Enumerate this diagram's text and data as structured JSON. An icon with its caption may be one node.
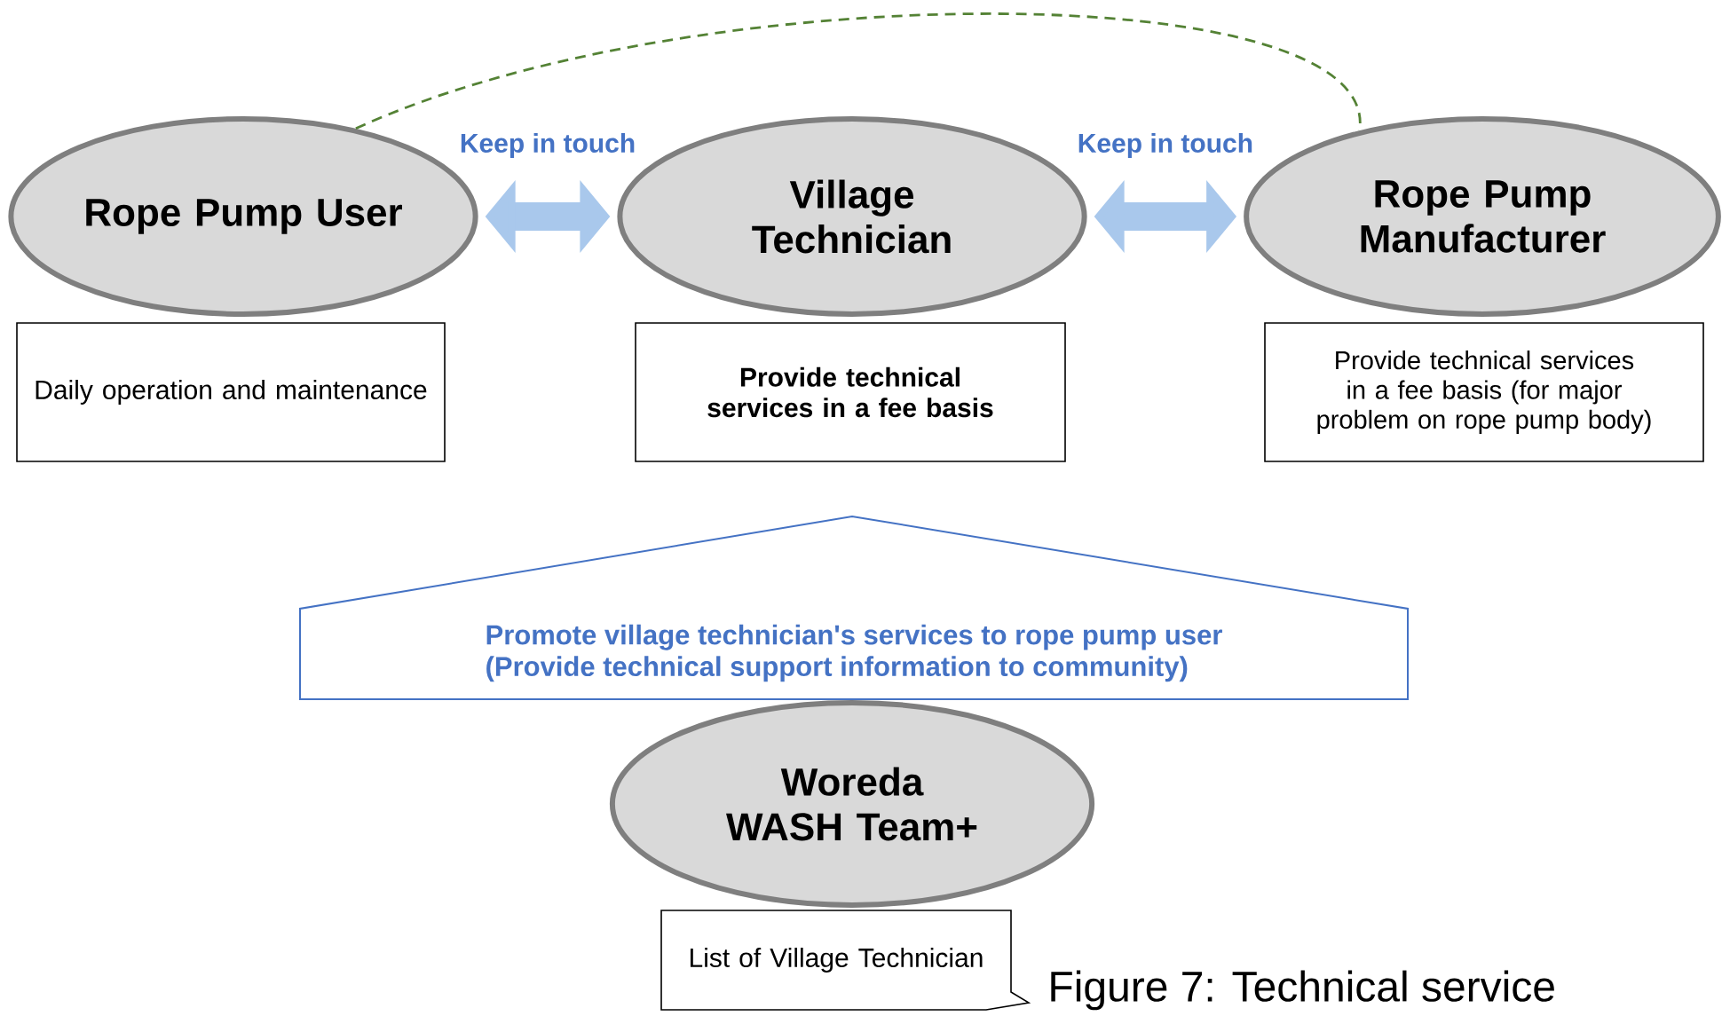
{
  "diagram": {
    "caption": "Figure 7: Technical service",
    "nodes": [
      {
        "text": [
          "Rope Pump User"
        ]
      },
      {
        "text": [
          "Village Technician"
        ]
      },
      {
        "text": [
          "Rope Pump Manufacturer"
        ]
      },
      {
        "text": [
          "Daily operation and maintenance"
        ]
      },
      {
        "text": [
          "Provide technical services in a fee basis"
        ]
      },
      {
        "text": [
          "Provide technical services in a fee basis (for major problem on rope pump body)"
        ]
      },
      {
        "text": [
          "Promote village technician's services to rope pump user",
          "(Provide technical support information to community)"
        ]
      },
      {
        "text": [
          "Woreda WASH Team+"
        ]
      },
      {
        "text": [
          "List of Village Technician"
        ]
      }
    ],
    "edges": [
      {
        "from": 0,
        "to": 1,
        "arrow": "both",
        "label": "Keep in touch"
      },
      {
        "from": 1,
        "to": 2,
        "arrow": "both",
        "label": "Keep in touch"
      },
      {
        "from": 0,
        "to": 2,
        "arrow": "none",
        "style": "dashed",
        "color": "#548235"
      }
    ]
  }
}
